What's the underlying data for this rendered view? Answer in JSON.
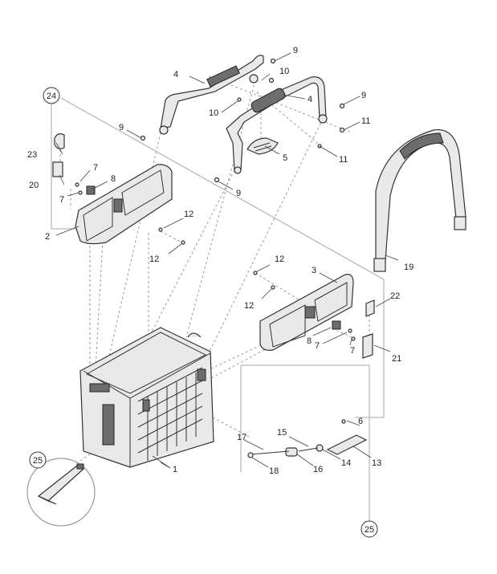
{
  "callouts": [
    {
      "id": "c1",
      "text": "1"
    },
    {
      "id": "c2",
      "text": "2"
    },
    {
      "id": "c3",
      "text": "3"
    },
    {
      "id": "c4a",
      "text": "4"
    },
    {
      "id": "c4b",
      "text": "4"
    },
    {
      "id": "c5",
      "text": "5"
    },
    {
      "id": "c6",
      "text": "6"
    },
    {
      "id": "c7a",
      "text": "7"
    },
    {
      "id": "c7b",
      "text": "7"
    },
    {
      "id": "c7c",
      "text": "7"
    },
    {
      "id": "c7d",
      "text": "7"
    },
    {
      "id": "c8a",
      "text": "8"
    },
    {
      "id": "c8b",
      "text": "8"
    },
    {
      "id": "c9a",
      "text": "9"
    },
    {
      "id": "c9b",
      "text": "9"
    },
    {
      "id": "c9c",
      "text": "9"
    },
    {
      "id": "c9d",
      "text": "9"
    },
    {
      "id": "c10a",
      "text": "10"
    },
    {
      "id": "c10b",
      "text": "10"
    },
    {
      "id": "c11a",
      "text": "11"
    },
    {
      "id": "c11b",
      "text": "11"
    },
    {
      "id": "c12a",
      "text": "12"
    },
    {
      "id": "c12b",
      "text": "12"
    },
    {
      "id": "c12c",
      "text": "12"
    },
    {
      "id": "c12d",
      "text": "12"
    },
    {
      "id": "c13",
      "text": "13"
    },
    {
      "id": "c14",
      "text": "14"
    },
    {
      "id": "c15",
      "text": "15"
    },
    {
      "id": "c16",
      "text": "16"
    },
    {
      "id": "c17",
      "text": "17"
    },
    {
      "id": "c18",
      "text": "18"
    },
    {
      "id": "c19",
      "text": "19"
    },
    {
      "id": "c20",
      "text": "20"
    },
    {
      "id": "c21",
      "text": "21"
    },
    {
      "id": "c22",
      "text": "22"
    },
    {
      "id": "c23",
      "text": "23"
    }
  ],
  "circled_callouts": [
    {
      "id": "k24",
      "text": "24"
    },
    {
      "id": "k25a",
      "text": "25"
    },
    {
      "id": "k25b",
      "text": "25"
    }
  ]
}
